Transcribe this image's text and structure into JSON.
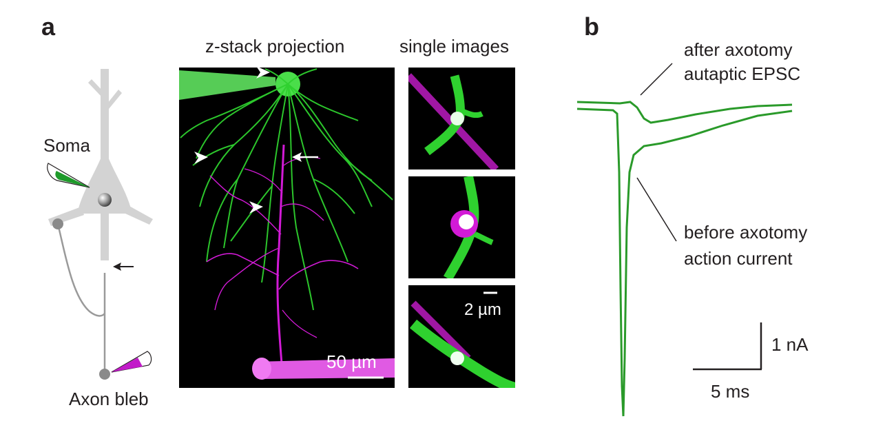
{
  "panels": {
    "a": {
      "letter": "a"
    },
    "b": {
      "letter": "b"
    }
  },
  "schematic": {
    "soma_label": "Soma",
    "bleb_label": "Axon bleb",
    "neuron_color": "#d3d3d3",
    "soma_pipette_color": "#1e9a2a",
    "bleb_pipette_color": "#c21bc9"
  },
  "images": {
    "projection_title": "z-stack projection",
    "single_title": "single images",
    "projection_scale": "50 µm",
    "single_scale": "2 µm",
    "green": "#2fd12f",
    "magenta": "#d21ad6"
  },
  "traces": {
    "upper_label_line1": "after axotomy",
    "upper_label_line2": "autaptic EPSC",
    "lower_label_line1": "before axotomy",
    "lower_label_line2": "action current",
    "scale_y": "1 nA",
    "scale_x": "5 ms",
    "trace_color": "#2a9a2a"
  }
}
